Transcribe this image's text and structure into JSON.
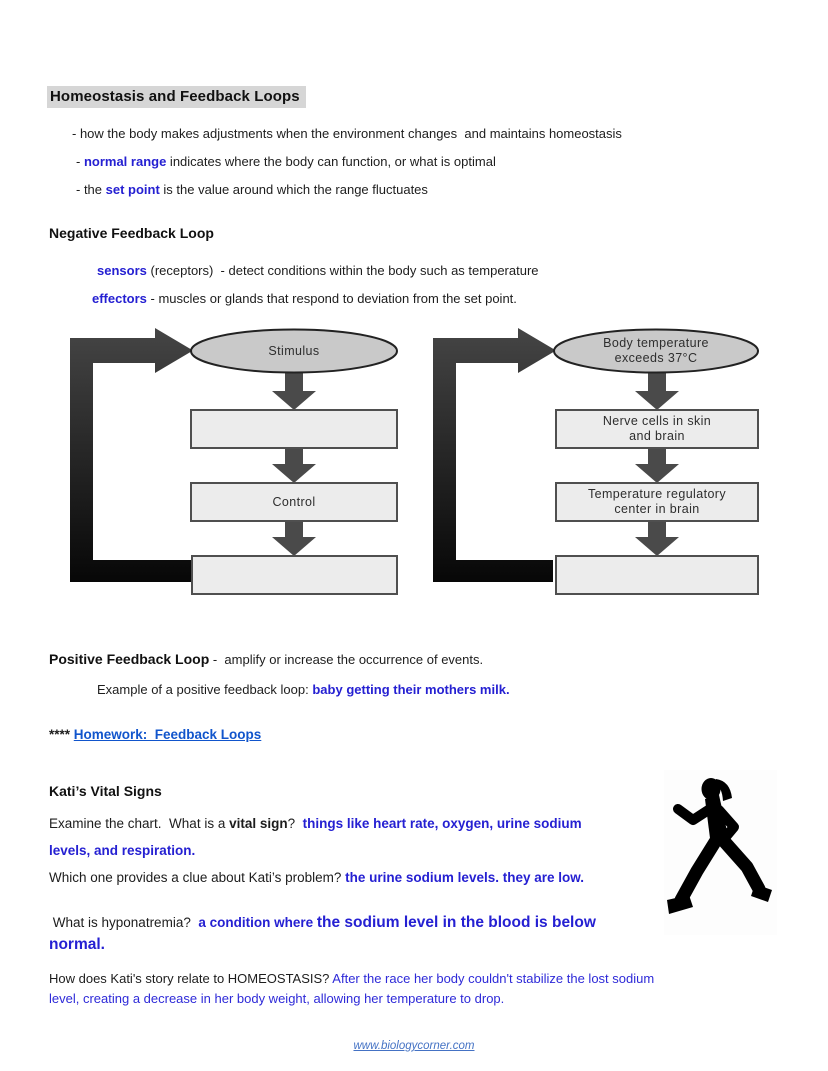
{
  "colors": {
    "answer_blue": "#2520d2",
    "homework_link_blue": "#1155cc",
    "footer_link_blue": "#4472c4",
    "title_highlight_gray": "#d6d6d6",
    "diagram_arrow_gray": "#4a4a4a",
    "diagram_box_fill": "#ececec",
    "diagram_ellipse_fill": "#c9c9c9",
    "feedback_loop_dark": "#070707"
  },
  "intro": {
    "title": "Homeostasis and Feedback Loops",
    "bullet1": "- how the body makes adjustments when the environment changes  and maintains homeostasis",
    "bullet2_pre": "- ",
    "bullet2_term": "normal range",
    "bullet2_rest": " indicates where the body can function, or what is optimal",
    "bullet3_pre": "- the ",
    "bullet3_term": "set point",
    "bullet3_rest": " is the value around which the range fluctuates"
  },
  "negative": {
    "heading": "Negative Feedback Loop",
    "sensors_term": "sensors",
    "sensors_rest": " (receptors)  - detect conditions within the body such as temperature",
    "effectors_term": "effectors",
    "effectors_rest": " - muscles or glands that respond to deviation from the set point."
  },
  "diagrams": {
    "generic": {
      "stimulus": "Stimulus",
      "control": "Control"
    },
    "example": {
      "stimulus_line1": "Body temperature",
      "stimulus_line2": "exceeds 37°C",
      "sensor_line1": "Nerve cells in skin",
      "sensor_line2": "and brain",
      "control_line1": "Temperature regulatory",
      "control_line2": "center in brain"
    }
  },
  "positive": {
    "heading": "Positive Feedback Loop",
    "heading_rest": " -  amplify or increase the occurrence of events.",
    "example_label": "Example of a positive feedback loop: ",
    "example_answer": "baby getting their mothers milk.",
    "homework_stars": "**** ",
    "homework_link": "Homework:  Feedback Loops"
  },
  "kati": {
    "heading": "Kati’s Vital Signs",
    "q1_pre": "Examine the chart.  What is a ",
    "q1_term": "vital sign",
    "q1_post": "?  ",
    "q1_answer_line1": "things like heart rate, oxygen, urine sodium",
    "q1_answer_line2": "levels, and respiration.",
    "q2_pre": "Which one provides a clue about Kati’s problem? ",
    "q2_answer": "the urine sodium levels. they are low.",
    "q3_pre": " What is hyponatremia?  ",
    "q3_answer_lead": "a condition where ",
    "q3_answer_line1": "the sodium level in the blood is below",
    "q3_answer_line2": "normal.",
    "q4_pre": "How does Kati's story relate to HOMEOSTASIS? ",
    "q4_answer_line1": "After the race her body couldn't stabilize the lost sodium",
    "q4_answer_line2": "level, creating a decrease in her body weight, allowing her temperature to drop."
  },
  "images": {
    "runner": "female-runner-silhouette"
  },
  "footer": {
    "link": "www.biologycorner.com"
  }
}
